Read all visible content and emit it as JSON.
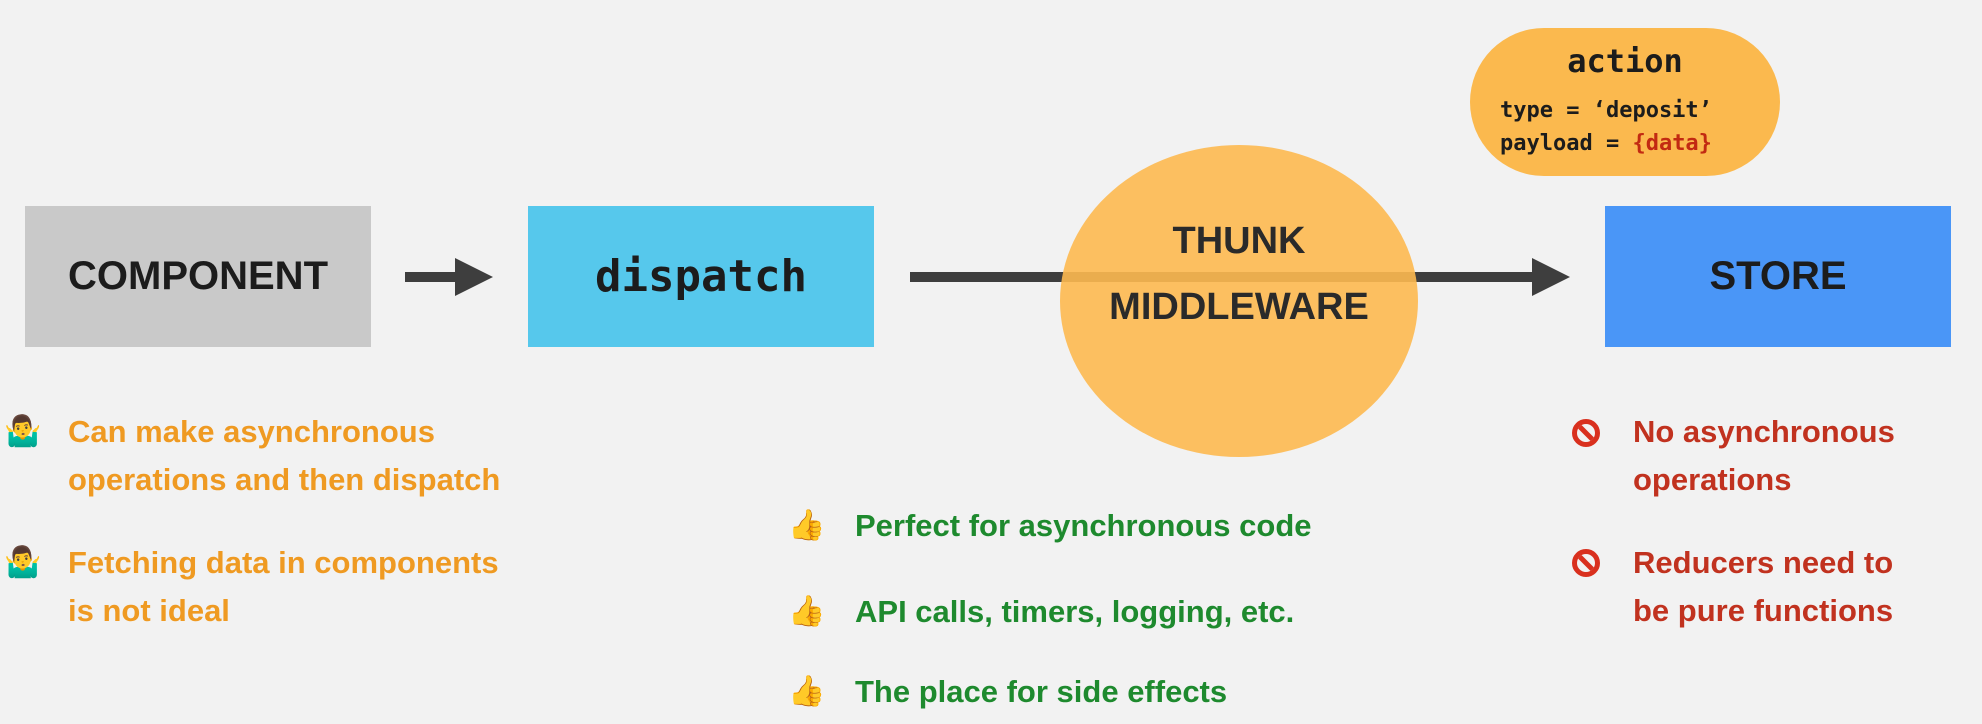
{
  "nodes": {
    "component": "COMPONENT",
    "dispatch": "dispatch",
    "thunk_line1": "THUNK",
    "thunk_line2": "MIDDLEWARE",
    "store": "STORE"
  },
  "action": {
    "title": "action",
    "type_line": "type = ‘deposit’",
    "payload_prefix": "payload = ",
    "payload_value": "{data}"
  },
  "component_notes": [
    {
      "icon": "person-shrugging-icon",
      "line1": "Can make asynchronous",
      "line2": "operations and then dispatch"
    },
    {
      "icon": "person-shrugging-icon",
      "line1": "Fetching data in components",
      "line2": "is not ideal"
    }
  ],
  "middleware_notes": [
    {
      "icon": "thumbs-up-icon",
      "text": "Perfect for asynchronous code"
    },
    {
      "icon": "thumbs-up-icon",
      "text": "API calls, timers, logging, etc."
    },
    {
      "icon": "thumbs-up-icon",
      "text": "The place for side effects"
    }
  ],
  "store_notes": [
    {
      "icon": "prohibited-icon",
      "line1": "No asynchronous",
      "line2": "operations"
    },
    {
      "icon": "prohibited-icon",
      "line1": "Reducers need to",
      "line2": "be pure functions"
    }
  ],
  "colors": {
    "component": "#c9c9c9",
    "dispatch": "#56c8ec",
    "thunk": "#fdb950",
    "store": "#4a96f7",
    "orange_text": "#ef9a22",
    "green_text": "#1e8a2e",
    "red_text": "#c1321f",
    "code_highlight": "#c22a12"
  }
}
